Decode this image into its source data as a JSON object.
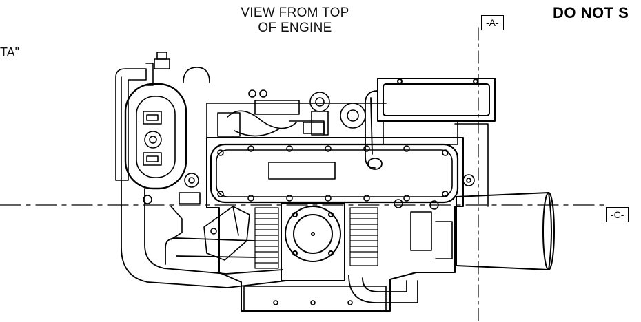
{
  "view_title": {
    "line1": "VIEW FROM TOP",
    "line2": "OF ENGINE"
  },
  "warning_text": "DO NOT S",
  "partial_label": "TA\"",
  "datums": {
    "a": "-A-",
    "c": "-C-"
  },
  "colors": {
    "line": "#000000",
    "background": "#ffffff"
  }
}
